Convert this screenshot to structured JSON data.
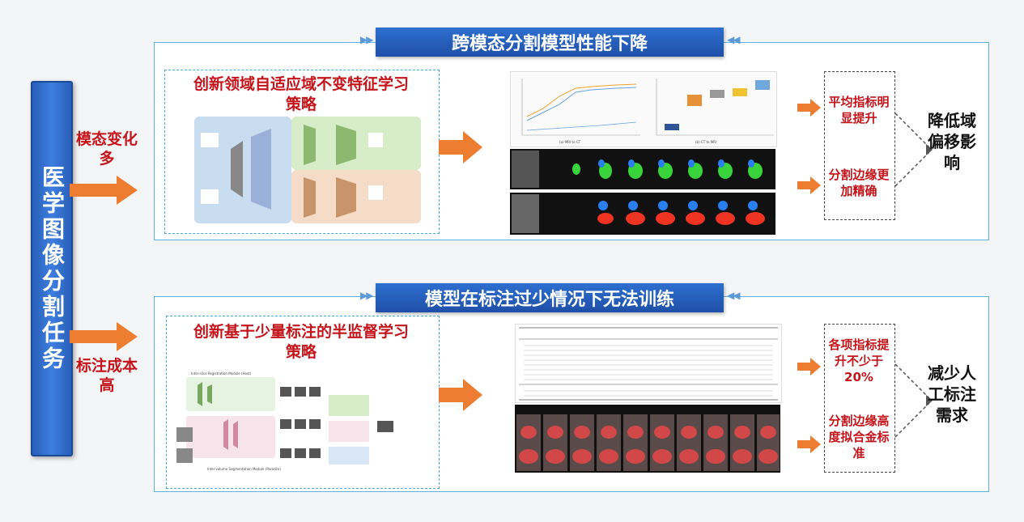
{
  "main_task": "医学图像分割任务",
  "challenges": {
    "top": "模态变化多",
    "bottom": "标注成本高"
  },
  "sections": [
    {
      "banner": "跨模态分割模型性能下降",
      "strategy_title": "创新领域自适应域不变特征学习策略",
      "effects": [
        "平均指标明显提升",
        "分割边缘更加精确"
      ],
      "result": "降低域偏移影响",
      "figure_labels": [
        "(a) MRI to CT",
        "(b) CT to MRI"
      ]
    },
    {
      "banner": "模型在标注过少情况下无法训练",
      "strategy_title": "创新基于少量标注的半监督学习策略",
      "effects": [
        "各项指标提升不少于20%",
        "分割边缘高度拟合金标准"
      ],
      "result": "减少人工标注需求",
      "figure_labels": [
        "Inter-slice Registration Module (Host)",
        "Inter-volume Segmentation Module (Parasite)"
      ]
    }
  ],
  "colors": {
    "banner": "#2159b8",
    "accent_red": "#c4141a",
    "arrow_orange": "#ed7d31",
    "panel_border": "#5bb4e0"
  }
}
